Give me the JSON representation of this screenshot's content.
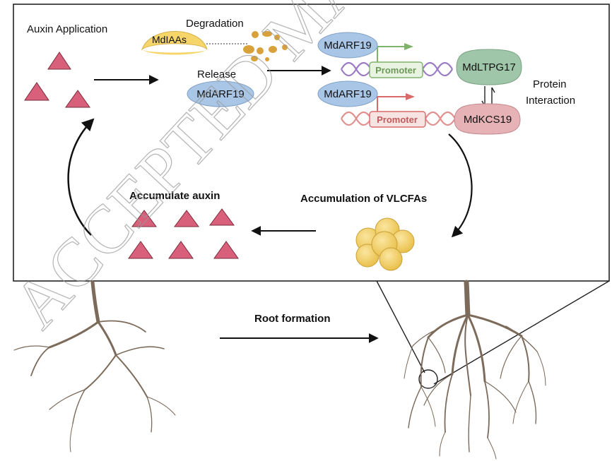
{
  "watermark": "ACCEPTED MANUSCRIPT",
  "labels": {
    "auxin_application": "Auxin Application",
    "degradation": "Degradation",
    "mdiaas": "MdIAAs",
    "release": "Release",
    "mdarf19_released": "MdARF19",
    "mdarf19_top": "MdARF19",
    "mdarf19_bottom": "MdARF19",
    "promoter_top": "Promoter",
    "promoter_bottom": "Promoter",
    "mdltpg17": "MdLTPG17",
    "mdkcs19": "MdKCS19",
    "protein_interaction_line1": "Protein",
    "protein_interaction_line2": "Interaction",
    "accumulation_vlcfas": "Accumulation of VLCFAs",
    "accumulate_auxin": "Accumulate auxin",
    "root_formation": "Root formation"
  },
  "colors": {
    "auxin_triangle": "#d9607a",
    "mdiaas": "#f6d56a",
    "mdarf19": "#a9c6e6",
    "mdltpg17": "#9fc6a8",
    "mdkcs19": "#e6b2b6",
    "promoter_green": "#7fb36a",
    "promoter_red": "#d96a6a",
    "dna_purple": "#9b7bc4",
    "dna_pink": "#e0908f",
    "vlcfa": "#f2cf63",
    "root": "#7c6a5a",
    "degradation_fragments": "#d9a13a"
  }
}
